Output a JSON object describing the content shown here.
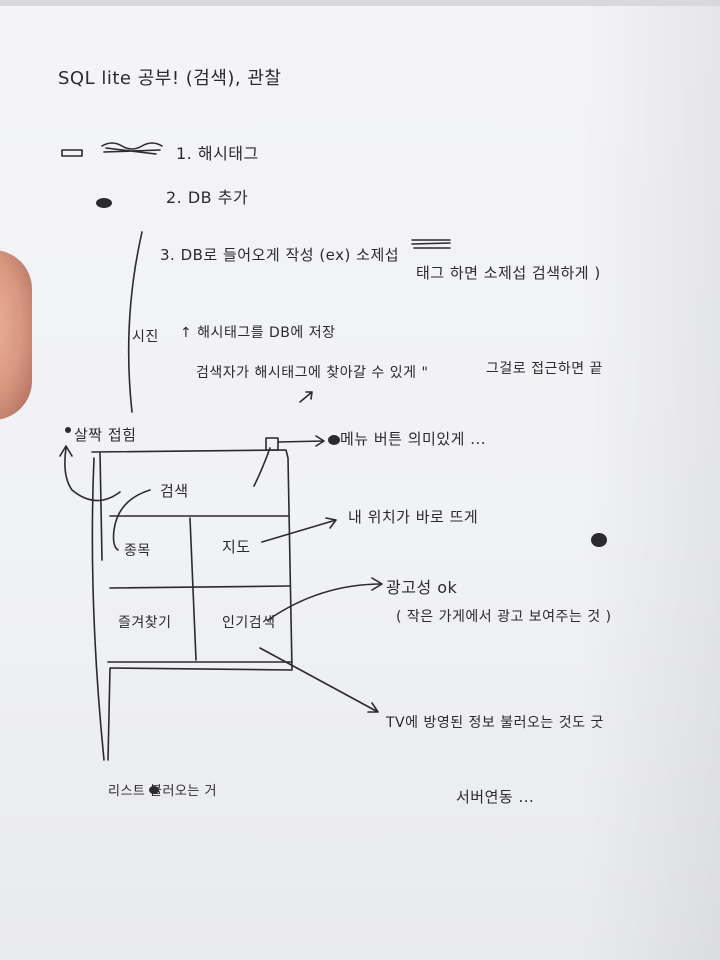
{
  "title": "SQL lite 공부! (검색), 관찰",
  "items": {
    "item1": "1. 해시태그",
    "item2": "2. DB 추가",
    "item3": "3. DB로 들어오게 작성 (ex) 소제섭",
    "item3_cont": "태그 하면   소제섭 검색하게 )",
    "side_label": "시진",
    "note1": "↑ 해시태그를 DB에 저장",
    "note2": "검색자가 해시태그에 찾아갈 수 있게 \"",
    "note3": "그걸로 접근하면 끝"
  },
  "wireframe": {
    "fold_label": "살짝 접힘",
    "search": "검색",
    "cell1": "종목",
    "cell2": "지도",
    "cell3": "즐겨찾기",
    "cell4": "인기검색"
  },
  "annotations": {
    "menu": "메뉴 버튼 의미있게 ...",
    "location": "내 위치가 바로 뜨게",
    "ads": "광고성 ok",
    "ads_detail": "( 작은 가게에서  광고 보여주는 것 )",
    "tv": "TV에 방영된 정보 불러오는 것도 굿",
    "list": "리스트 불러오는 거",
    "server": "서버연동 ..."
  }
}
